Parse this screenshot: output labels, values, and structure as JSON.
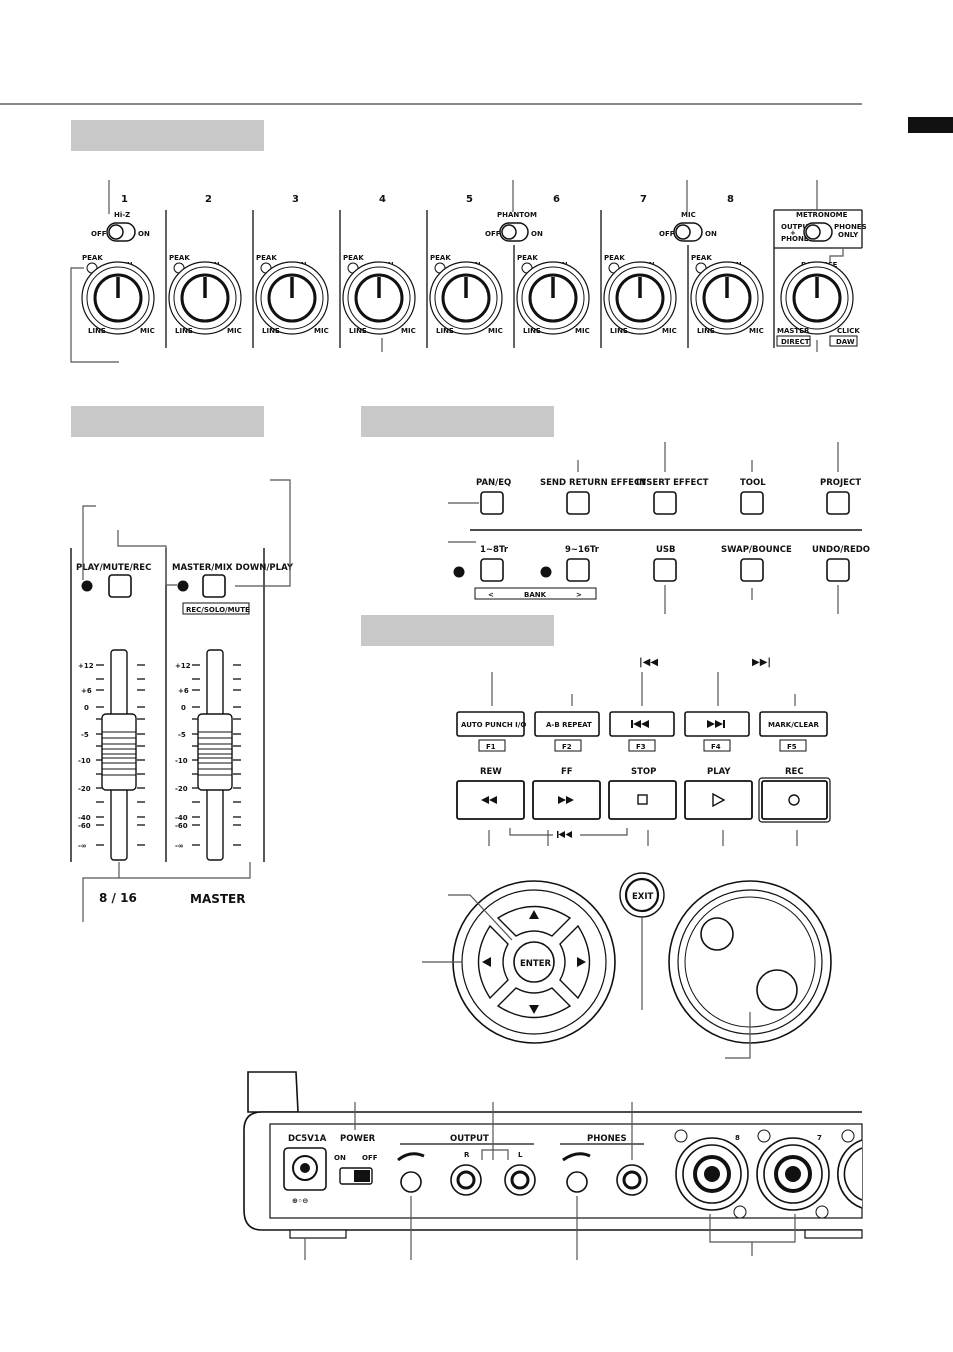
{
  "channels": {
    "numbers": [
      "1",
      "2",
      "3",
      "4",
      "5",
      "6",
      "7",
      "8"
    ],
    "peak_label": "PEAK",
    "gain_label": "GAIN",
    "line_label": "LINE",
    "mic_label": "MIC",
    "hiz": {
      "title": "Hi-Z",
      "off": "OFF",
      "on": "ON"
    },
    "phantom": {
      "title": "PHANTOM",
      "off": "OFF",
      "on": "ON"
    },
    "mic": {
      "title": "MIC",
      "off": "OFF",
      "on": "ON"
    }
  },
  "metronome": {
    "title": "METRONOME",
    "left_line1": "OUTPUT",
    "left_line2": "+",
    "left_line3": "PHONES",
    "right_line1": "PHONES",
    "right_line2": "ONLY",
    "balance": "BALANCE",
    "master": "MASTER",
    "click": "CLICK",
    "direct": "DIRECT",
    "daw": "DAW"
  },
  "faders": {
    "play_mute_rec": "PLAY/MUTE/REC",
    "master_mixdown": "MASTER/MIX DOWN/PLAY",
    "rec_solo_mute": "REC/SOLO/MUTE",
    "scale": [
      "+12",
      "+6",
      "0",
      "-5",
      "-10",
      "-20",
      "-40",
      "-60",
      "-∞"
    ],
    "label_816": "8 / 16",
    "label_master": "MASTER"
  },
  "function_keys": {
    "pan_eq": "PAN/EQ",
    "send_return": "SEND RETURN EFFECT",
    "insert_effect": "INSERT EFFECT",
    "tool": "TOOL",
    "project": "PROJECT",
    "tr_1_8": "1~8Tr",
    "tr_9_16": "9~16Tr",
    "usb": "USB",
    "swap_bounce": "SWAP/BOUNCE",
    "undo_redo": "UNDO/REDO",
    "bank_left": "<",
    "bank": "BANK",
    "bank_right": ">"
  },
  "transport": {
    "auto_punch": "AUTO PUNCH I/O",
    "ab_repeat": "A-B REPEAT",
    "f1": "F1",
    "f2": "F2",
    "f3": "F3",
    "f4": "F4",
    "f5": "F5",
    "mark_clear": "MARK/CLEAR",
    "rew": "REW",
    "ff": "FF",
    "stop": "STOP",
    "play": "PLAY",
    "rec": "REC",
    "skip_back_symbol": "|◀◀",
    "skip_fwd_symbol": "▶▶|",
    "enter": "ENTER",
    "exit": "EXIT"
  },
  "rear": {
    "dc": "DC5V1A",
    "power": "POWER",
    "on": "ON",
    "off": "OFF",
    "output": "OUTPUT",
    "r": "R",
    "l": "L",
    "phones": "PHONES",
    "in8": "8",
    "in7": "7"
  }
}
